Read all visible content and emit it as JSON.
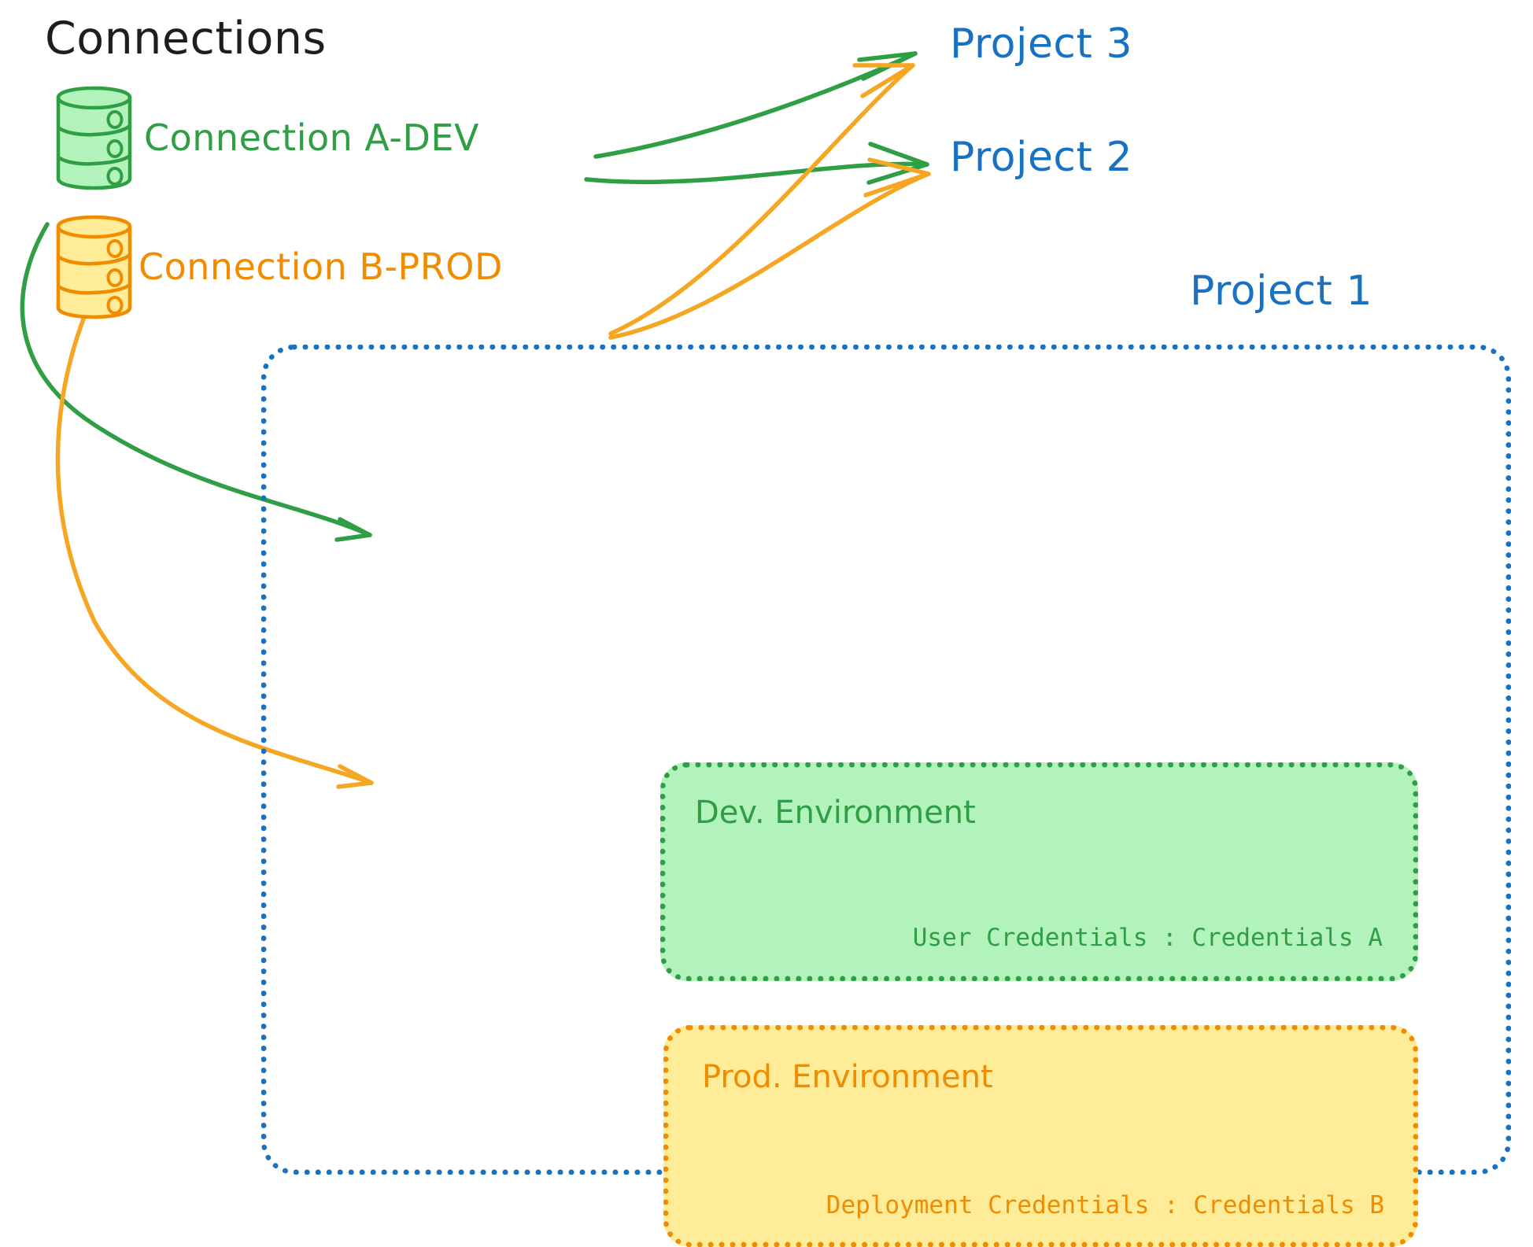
{
  "diagram": {
    "title": "Connections",
    "title_color": "#1e1e1e",
    "background": "#ffffff",
    "style": "hand-drawn"
  },
  "colors": {
    "green": "#2f9e44",
    "green_fill": "#b2f2bb",
    "orange": "#f08c00",
    "orange_fill": "#ffec99",
    "blue": "#1971c2",
    "arrow_green": "#2f9e44",
    "arrow_orange": "#f5a623"
  },
  "connections": [
    {
      "id": "connection-a-dev",
      "label": "Connection A-DEV",
      "color": "#2f9e44",
      "icon": "database-cylinder-icon",
      "targets": [
        "Project 3",
        "Project 2",
        "Dev. Environment"
      ]
    },
    {
      "id": "connection-b-prod",
      "label": "Connection B-PROD",
      "color": "#f08c00",
      "icon": "database-cylinder-icon",
      "targets": [
        "Project 3",
        "Project 2",
        "Prod. Environment"
      ]
    }
  ],
  "projects": [
    {
      "id": "project-3",
      "label": "Project 3",
      "color": "#1971c2"
    },
    {
      "id": "project-2",
      "label": "Project 2",
      "color": "#1971c2"
    },
    {
      "id": "project-1",
      "label": "Project 1",
      "color": "#1971c2"
    }
  ],
  "project1": {
    "label": "Project 1",
    "border_color": "#1971c2",
    "border_style": "dotted",
    "environments": [
      {
        "id": "dev-environment",
        "title": "Dev. Environment",
        "credentials_label": "User Credentials : Credentials A",
        "border_color": "#2f9e44",
        "fill_color": "#b2f2bb"
      },
      {
        "id": "prod-environment",
        "title": "Prod. Environment",
        "credentials_label": "Deployment Credentials : Credentials B",
        "border_color": "#f08c00",
        "fill_color": "#ffec99"
      }
    ]
  },
  "icons": {
    "database": "database-cylinder-icon",
    "arrow": "arrow-head-icon"
  }
}
